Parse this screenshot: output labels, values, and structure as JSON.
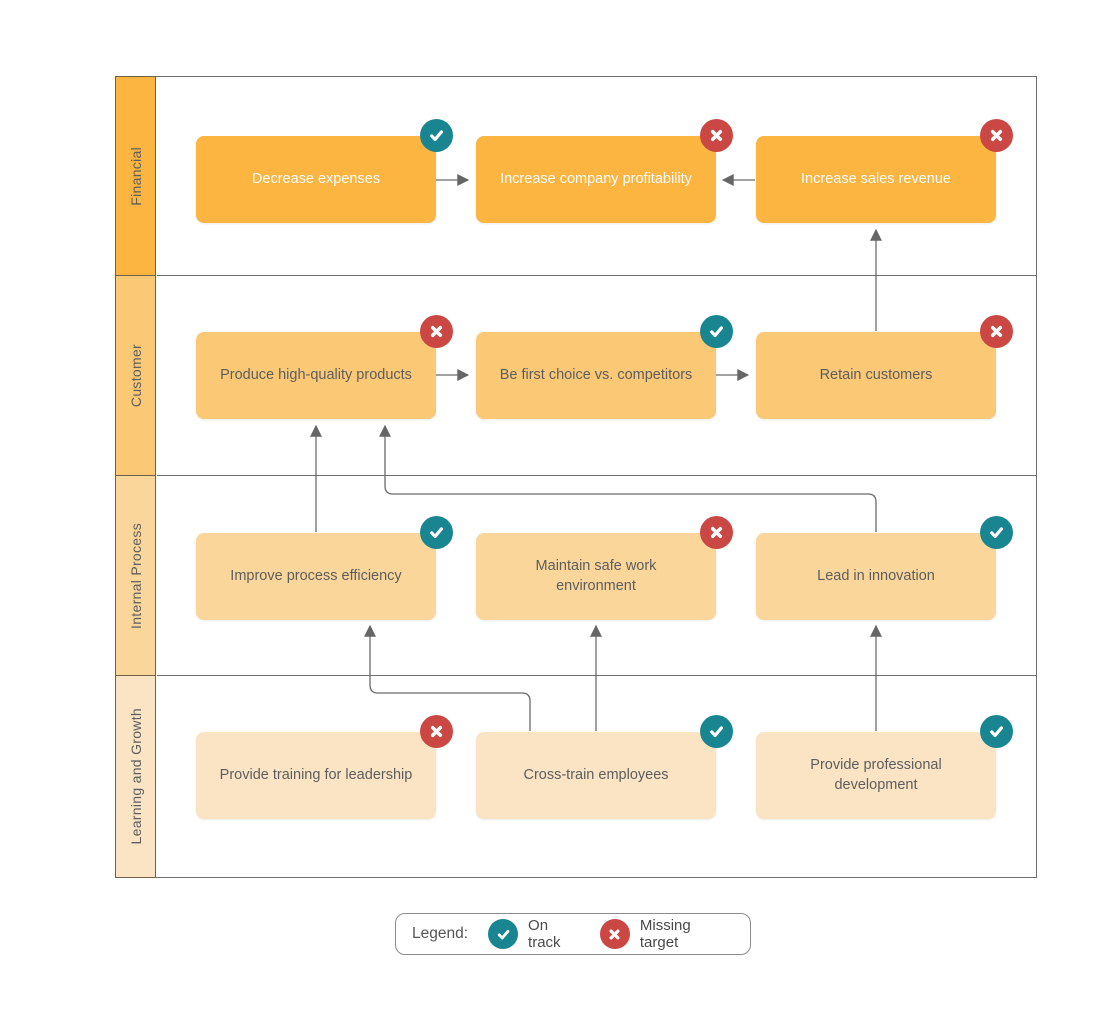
{
  "diagram_type": "balanced-scorecard-strategy-map",
  "colors": {
    "on_track_badge": "#188590",
    "missing_target_badge": "#CB4744",
    "lane_financial": "#FBB540",
    "lane_customer": "#FBC876",
    "lane_internal_process": "#FAD69B",
    "lane_learning_growth": "#FAE4C4",
    "connector": "#6B6B6B",
    "frame_border": "#707070",
    "node_text_dark": "#5E5E5E",
    "node_text_light": "#FFFFFF"
  },
  "lanes": [
    {
      "id": "financial",
      "label": "Financial",
      "nodes": [
        {
          "id": "decrease-expenses",
          "label": "Decrease expenses",
          "status": "on-track"
        },
        {
          "id": "increase-company-profitability",
          "label": "Increase company profitability",
          "status": "missing-target"
        },
        {
          "id": "increase-sales-revenue",
          "label": "Increase sales revenue",
          "status": "missing-target"
        }
      ]
    },
    {
      "id": "customer",
      "label": "Customer",
      "nodes": [
        {
          "id": "produce-high-quality-products",
          "label": "Produce high-quality products",
          "status": "missing-target"
        },
        {
          "id": "be-first-choice-vs-competitors",
          "label": "Be first choice vs. competitors",
          "status": "on-track"
        },
        {
          "id": "retain-customers",
          "label": "Retain customers",
          "status": "missing-target"
        }
      ]
    },
    {
      "id": "internal-process",
      "label": "Internal Process",
      "nodes": [
        {
          "id": "improve-process-efficiency",
          "label": "Improve process efficiency",
          "status": "on-track"
        },
        {
          "id": "maintain-safe-work-environment",
          "label": "Maintain safe work environment",
          "status": "missing-target"
        },
        {
          "id": "lead-in-innovation",
          "label": "Lead in innovation",
          "status": "on-track"
        }
      ]
    },
    {
      "id": "learning-growth",
      "label": "Learning and Growth",
      "nodes": [
        {
          "id": "provide-training-for-leadership",
          "label": "Provide training for leadership",
          "status": "missing-target"
        },
        {
          "id": "cross-train-employees",
          "label": "Cross-train employees",
          "status": "on-track"
        },
        {
          "id": "provide-professional-development",
          "label": "Provide professional development",
          "status": "on-track"
        }
      ]
    }
  ],
  "edges": [
    {
      "from": "decrease-expenses",
      "to": "increase-company-profitability"
    },
    {
      "from": "increase-sales-revenue",
      "to": "increase-company-profitability"
    },
    {
      "from": "retain-customers",
      "to": "increase-sales-revenue"
    },
    {
      "from": "produce-high-quality-products",
      "to": "be-first-choice-vs-competitors"
    },
    {
      "from": "be-first-choice-vs-competitors",
      "to": "retain-customers"
    },
    {
      "from": "improve-process-efficiency",
      "to": "produce-high-quality-products"
    },
    {
      "from": "lead-in-innovation",
      "to": "produce-high-quality-products"
    },
    {
      "from": "cross-train-employees",
      "to": "improve-process-efficiency"
    },
    {
      "from": "cross-train-employees",
      "to": "maintain-safe-work-environment"
    },
    {
      "from": "provide-professional-development",
      "to": "lead-in-innovation"
    }
  ],
  "legend": {
    "title": "Legend:",
    "items": [
      {
        "label": "On track",
        "status": "on-track"
      },
      {
        "label": "Missing target",
        "status": "missing-target"
      }
    ]
  }
}
